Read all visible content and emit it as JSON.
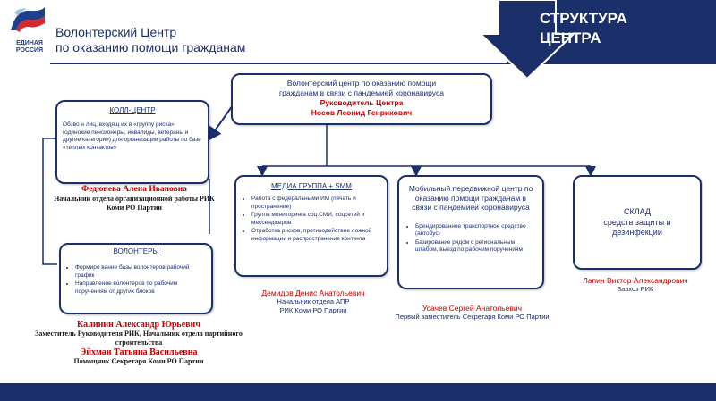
{
  "header": {
    "logo_text": "ЕДИНАЯ\nРОССИЯ",
    "title_line1": "Волонтерский Центр",
    "title_line2": "по оказанию помощи гражданам"
  },
  "corner": {
    "line1": "СТРУКТУРА",
    "line2": "ЦЕНТРА"
  },
  "top_box": {
    "line1": "Волонтерский центр по оказанию помощи",
    "line2": "гражданам в связи с пандемией коронавируса",
    "line3": "Руководитель Центра",
    "line4": "Носов Леонид Генрихович"
  },
  "call_center": {
    "title": "КОЛЛ-ЦЕНТР",
    "text": "Обзво н лиц, входящ их в «группу риска» (одинокие пенсионеры, инвалиды, ветераны и другие категории) для организации работы по базе «теплых контактов»",
    "person_name": "Федюнева Алена Ивановна",
    "person_role": "Начальник отдела организационной работы РИК Коми РО Партии"
  },
  "volunteers": {
    "title": "ВОЛОНТЕРЫ",
    "items": [
      "Формиро вание базы волонтеров,рабочий график",
      "Направление волонтеров по рабочим поручениям от других блоков"
    ],
    "person1_name": "Калинин Александр Юрьевич",
    "person1_role": "Заместитель Руководителя РИК, Начальник отдела партийного строительства",
    "person2_name": "Эйхман Татьяна Васильевна",
    "person2_role": "Помощник Секретаря Коми РО Партии"
  },
  "media": {
    "title": "МЕДИА ГРУППА + SMM",
    "items": [
      "Работа с федеральными ИМ (печать и пространение)",
      "Группа мониторинга соц.СМИ, соцсетей и мессенджеров",
      "Отработка рисков, противодействие ложной информации и распространение контента"
    ],
    "person_name": "Демидов Денис Анатольевич",
    "person_role1": "Начальник отдела АПР",
    "person_role2": "РИК Коми РО Партии"
  },
  "mobile": {
    "title": "Мобильный передвижной центр по оказанию помощи гражданам в связи с пандемией коронавируса",
    "items": [
      "Брендированное транспортное средство (автобус)",
      "Базирование рядом с региональным штабом, выезд по рабочим поручениям"
    ],
    "person_name": "Усачев Сергей Анатольевич",
    "person_role": "Первый заместитель Секретаря Коми РО Партии"
  },
  "warehouse": {
    "title": "СКЛАД\nсредств защиты и дезинфекции",
    "person_name": "Лапин Виктор Александрович",
    "person_role": "Завхоз РИК"
  },
  "colors": {
    "navy": "#1b2f6b",
    "red": "#c00000"
  }
}
